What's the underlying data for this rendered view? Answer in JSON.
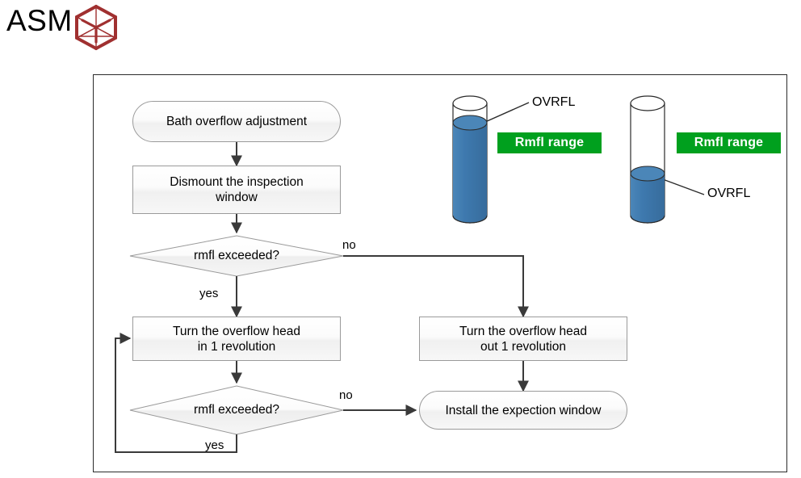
{
  "brand": {
    "name": "ASM",
    "logo_icon": "hexagon-wireframe-icon",
    "logo_color": "#A03030"
  },
  "diagram": {
    "frame_border_color": "#2b2b2b",
    "nodes": {
      "start": {
        "label": "Bath overflow adjustment",
        "shape": "terminator"
      },
      "dismount": {
        "label": "Dismount the inspection window",
        "line1": "Dismount the inspection",
        "line2": "window",
        "shape": "process"
      },
      "decision1": {
        "label": "rmfl exceeded?",
        "shape": "decision"
      },
      "turn_in": {
        "label": "Turn the overflow head in 1 revolution",
        "line1": "Turn the overflow head",
        "line2": "in 1 revolution",
        "shape": "process"
      },
      "turn_out": {
        "label": "Turn the overflow head out 1 revolution",
        "line1": "Turn the overflow head",
        "line2": "out 1 revolution",
        "shape": "process"
      },
      "decision2": {
        "label": "rmfl exceeded?",
        "shape": "decision"
      },
      "install": {
        "label": "Install the expection window",
        "shape": "terminator"
      }
    },
    "edge_labels": {
      "d1_no": "no",
      "d1_yes": "yes",
      "d2_no": "no",
      "d2_yes": "yes"
    }
  },
  "illustrations": {
    "cylinder_left": {
      "callout": "OVRFL",
      "badge": "Rmfl range",
      "fill_level_pct": 88,
      "liquid_color": "#3E79AE",
      "badge_color": "#00A01E"
    },
    "cylinder_right": {
      "callout": "OVRFL",
      "badge": "Rmfl range",
      "fill_level_pct": 40,
      "liquid_color": "#3E79AE",
      "badge_color": "#00A01E"
    }
  }
}
